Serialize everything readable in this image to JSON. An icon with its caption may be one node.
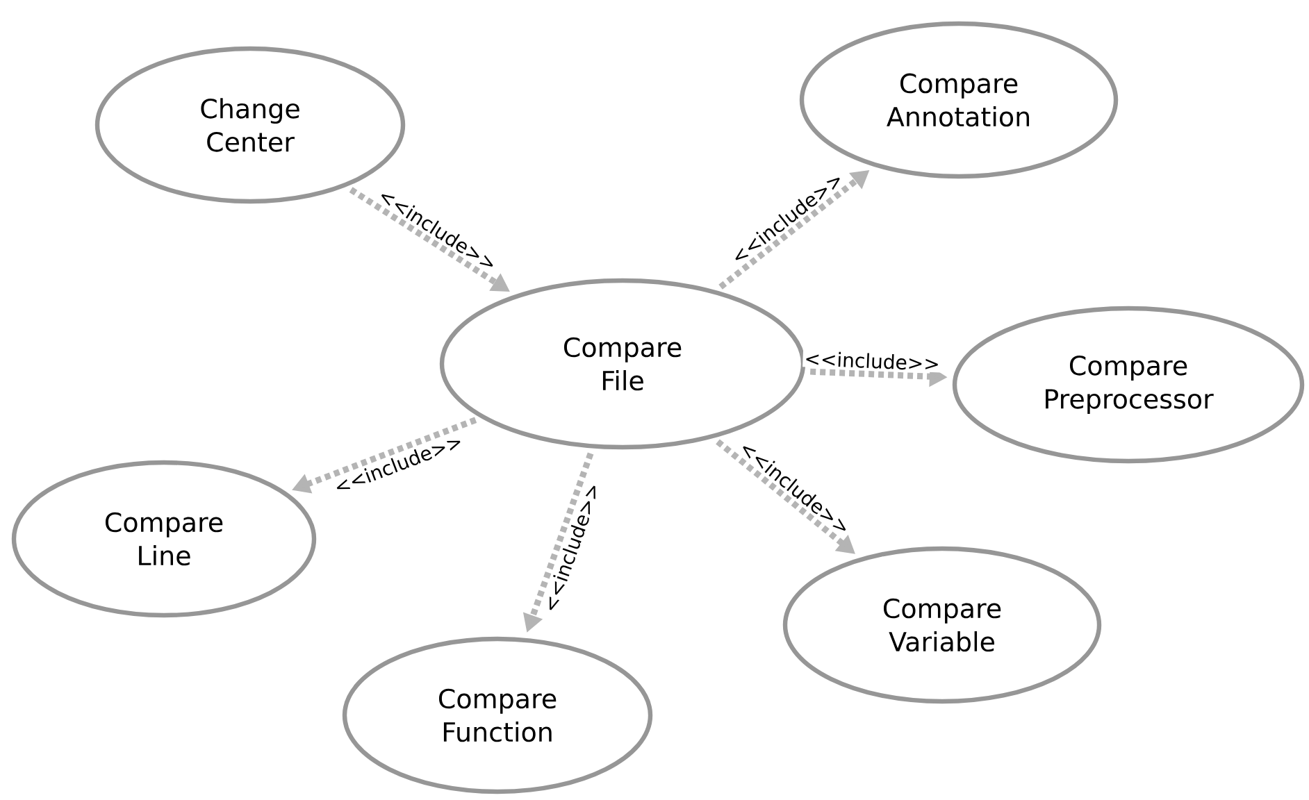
{
  "diagram": {
    "nodes": [
      {
        "text": [
          "Change Center"
        ]
      },
      {
        "text": [
          "Compare Annotation"
        ]
      },
      {
        "text": [
          "Compare File"
        ]
      },
      {
        "text": [
          "Compare Preprocessor"
        ]
      },
      {
        "text": [
          "Compare Line"
        ]
      },
      {
        "text": [
          "Compare Variable"
        ]
      },
      {
        "text": [
          "Compare Function"
        ]
      }
    ],
    "edges": [
      {
        "from": 0,
        "to": 2,
        "arrow": "to",
        "label": "<<include>>",
        "style": "dashed"
      },
      {
        "from": 2,
        "to": 1,
        "arrow": "to",
        "label": "<<include>>",
        "style": "dashed"
      },
      {
        "from": 2,
        "to": 3,
        "arrow": "to",
        "label": "<<include>>",
        "style": "dashed"
      },
      {
        "from": 2,
        "to": 4,
        "arrow": "to",
        "label": "<<include>>",
        "style": "dashed"
      },
      {
        "from": 2,
        "to": 6,
        "arrow": "to",
        "label": "<<include>>",
        "style": "dashed"
      },
      {
        "from": 2,
        "to": 5,
        "arrow": "to",
        "label": "<<include>>",
        "style": "dashed"
      }
    ]
  }
}
